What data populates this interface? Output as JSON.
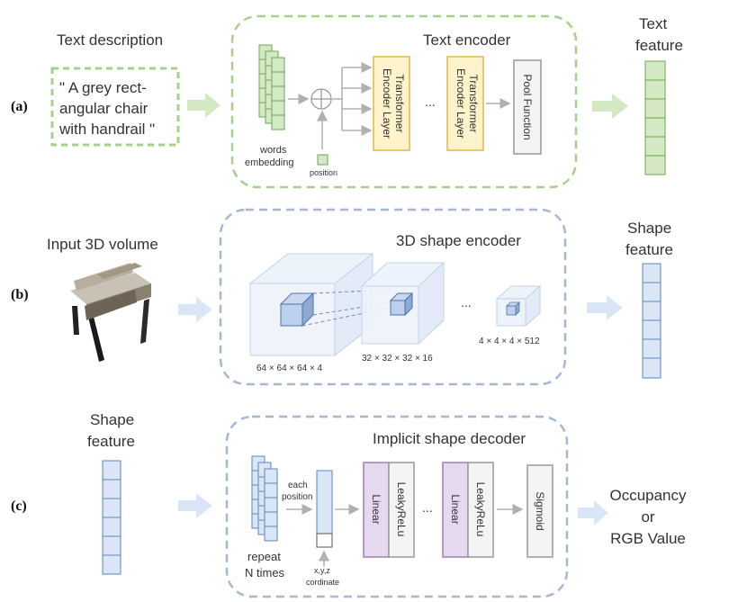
{
  "panel_a": {
    "label": "(a)",
    "input_title": "Text description",
    "input_lines": [
      "\" A grey rect-",
      "angular chair",
      "with handrail \""
    ],
    "encoder_title": "Text encoder",
    "words_embedding_lines": [
      "words",
      "embedding"
    ],
    "position_label": "position",
    "layer1_lines": [
      "Transformer",
      "Encoder Layer"
    ],
    "ellipsis": "...",
    "layer2_lines": [
      "Transformer",
      "Encoder Layer"
    ],
    "pool_label": "Pool Function",
    "output_lines": [
      "Text",
      "feature"
    ]
  },
  "panel_b": {
    "label": "(b)",
    "input_title": "Input 3D volume",
    "encoder_title": "3D shape encoder",
    "dim1": "64 × 64 × 64 × 4",
    "dim2": "32 × 32 × 32 × 16",
    "ellipsis": "...",
    "dim3": "4 × 4 × 4 × 512",
    "output_lines": [
      "Shape",
      "feature"
    ]
  },
  "panel_c": {
    "label": "(c)",
    "input_lines": [
      "Shape",
      "feature"
    ],
    "decoder_title": "Implicit shape decoder",
    "repeat_lines": [
      "repeat",
      "N times"
    ],
    "each_position_lines": [
      "each",
      "position"
    ],
    "coord_lines": [
      "x,y,z",
      "cordinate"
    ],
    "linear1": "Linear",
    "leaky1": "LeakyReLu",
    "ellipsis": "...",
    "linear2": "Linear",
    "leaky2": "LeakyReLu",
    "sigmoid": "Sigmoid",
    "output_lines": [
      "Occupancy",
      "or",
      "RGB Value"
    ]
  },
  "colors": {
    "green_dash": "#a8d08d",
    "green_fill": "#d5e8c4",
    "green_stroke": "#6aa84f",
    "blue_dash": "#a4b8d4",
    "blue_fill": "#dae6f6",
    "blue_stroke": "#5b86c0",
    "yellow_fill": "#fff3cc",
    "yellow_stroke": "#e0b84a",
    "purple_fill": "#e6d9ef",
    "purple_stroke": "#9e7fb5"
  }
}
